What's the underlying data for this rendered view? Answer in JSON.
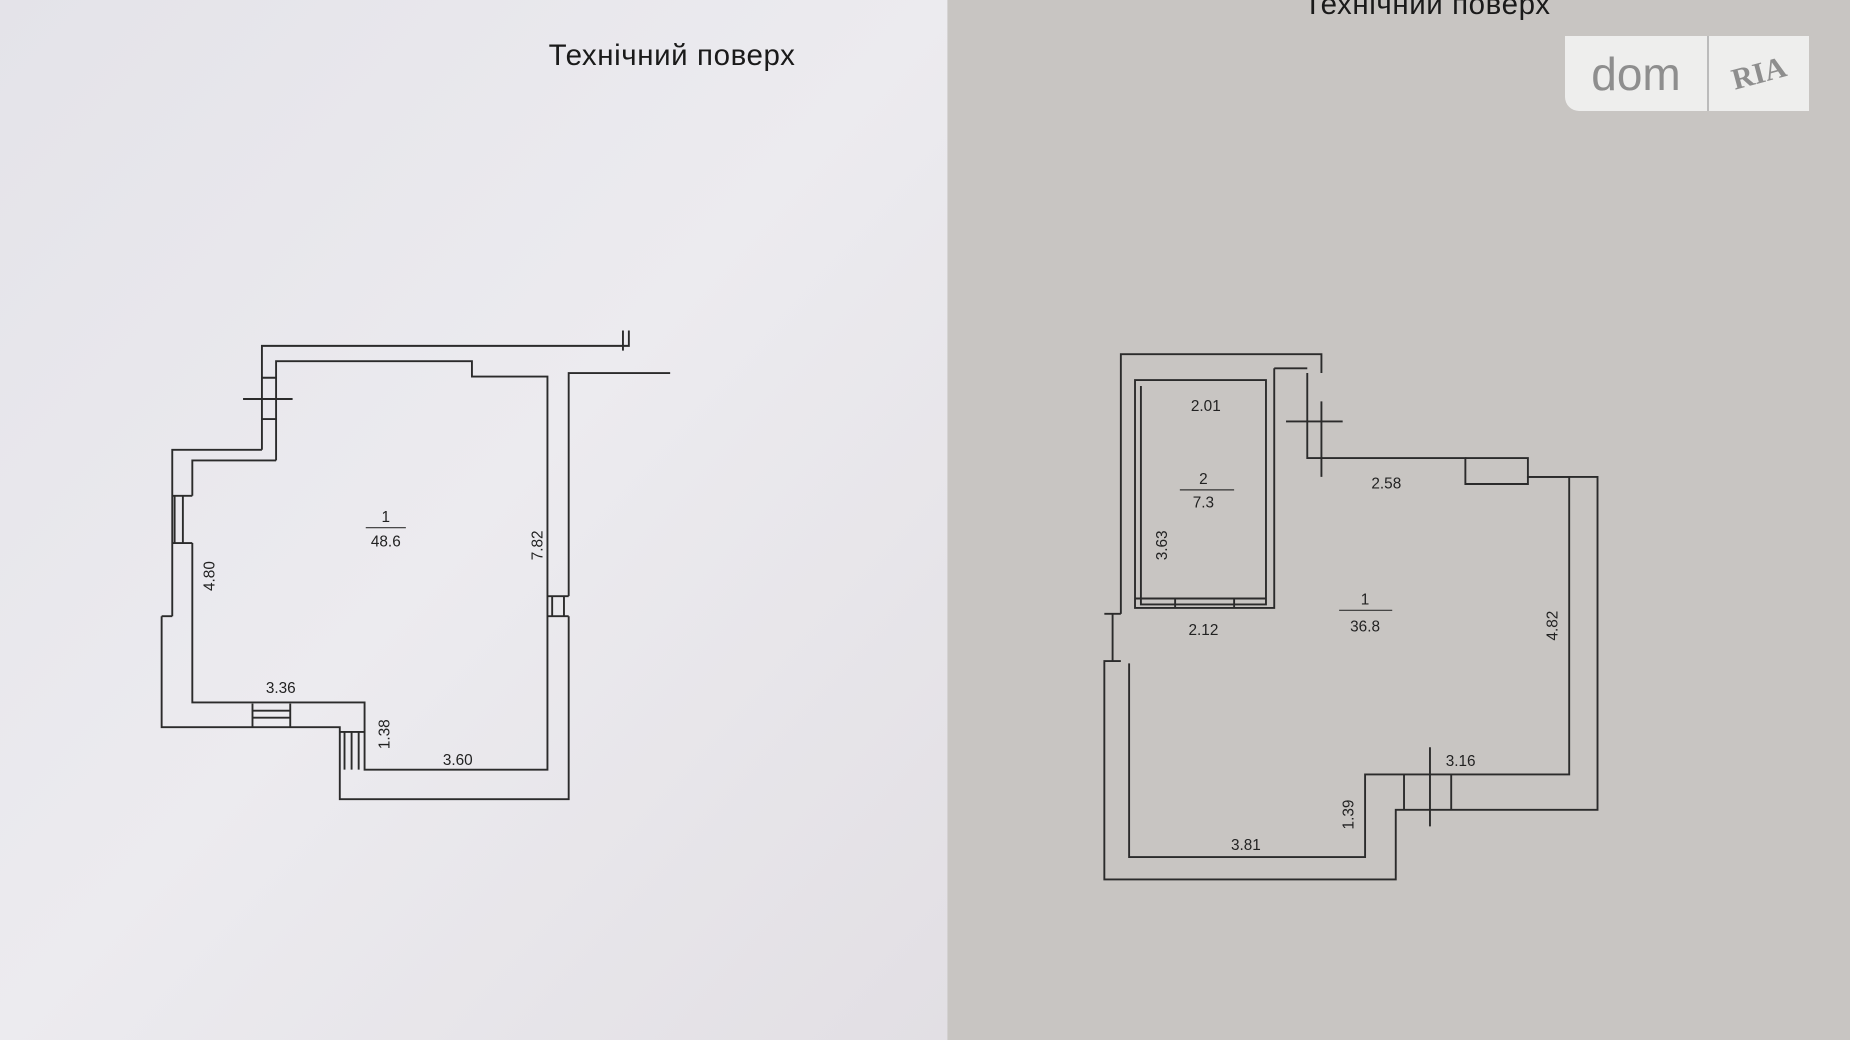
{
  "left_sheet": {
    "title": "Технічний поверх",
    "room_number": "1",
    "room_area": "48.6",
    "dimensions": [
      "7.82",
      "4.80",
      "3.36",
      "1.38",
      "3.60"
    ]
  },
  "right_sheet": {
    "title": "Технічний поверх",
    "room1_number": "1",
    "room1_area": "36.8",
    "room2_number": "2",
    "room2_area": "7.3",
    "dimensions": [
      "2.01",
      "3.63",
      "2.58",
      "4.82",
      "2.12",
      "3.16",
      "1.39",
      "3.81"
    ]
  },
  "watermark": {
    "dom": "dom",
    "ria": "RIA"
  },
  "colors": {
    "left_paper": "#e8e7ec",
    "right_paper": "#c8c5c2",
    "ink": "#2b2b2b"
  }
}
